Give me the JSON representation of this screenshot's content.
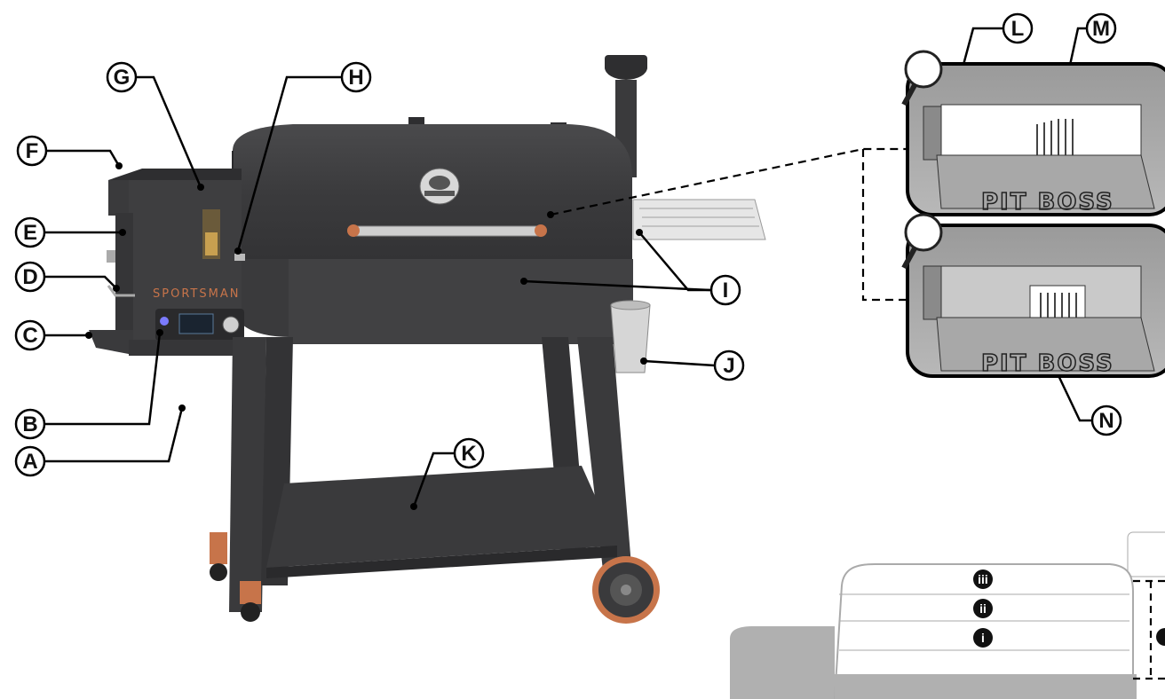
{
  "grill": {
    "brand_label": "SPORTSMAN",
    "inset_brand_label": "PIT BOSS"
  },
  "callouts": [
    {
      "id": "A",
      "label": "A"
    },
    {
      "id": "B",
      "label": "B"
    },
    {
      "id": "C",
      "label": "C"
    },
    {
      "id": "D",
      "label": "D"
    },
    {
      "id": "E",
      "label": "E"
    },
    {
      "id": "F",
      "label": "F"
    },
    {
      "id": "G",
      "label": "G"
    },
    {
      "id": "H",
      "label": "H"
    },
    {
      "id": "I",
      "label": "I"
    },
    {
      "id": "J",
      "label": "J"
    },
    {
      "id": "K",
      "label": "K"
    },
    {
      "id": "L",
      "label": "L"
    },
    {
      "id": "M",
      "label": "M"
    },
    {
      "id": "N",
      "label": "N"
    }
  ],
  "racks": [
    {
      "id": "iii",
      "label": "iii"
    },
    {
      "id": "ii",
      "label": "ii"
    },
    {
      "id": "i",
      "label": "i"
    }
  ]
}
